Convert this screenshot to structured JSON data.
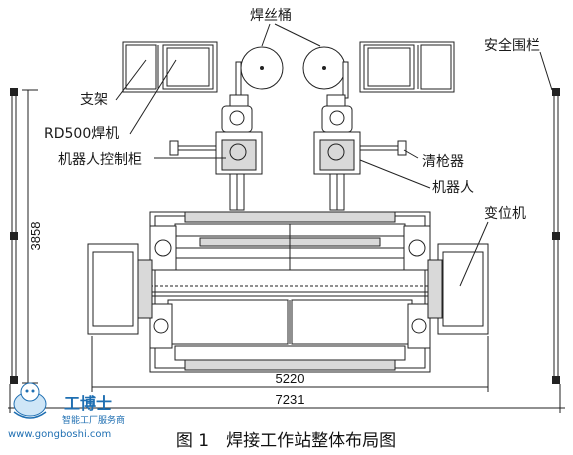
{
  "labels": {
    "wire_barrel": "焊丝桶",
    "safety_fence": "安全围栏",
    "bracket": "支架",
    "control_cabinet_line1": "RD500焊机",
    "control_cabinet_line2": "机器人控制柜",
    "torch_cleaner": "清枪器",
    "robot": "机器人",
    "positioner": "变位机"
  },
  "dimensions": {
    "height_label": "3858",
    "inner_width_label": "5220",
    "overall_width_label": "7231"
  },
  "caption": "图 1　焊接工作站整体布局图",
  "watermark": {
    "name": "工博士",
    "subtitle": "智能工厂服务商",
    "url": "www.gongboshi.com"
  }
}
